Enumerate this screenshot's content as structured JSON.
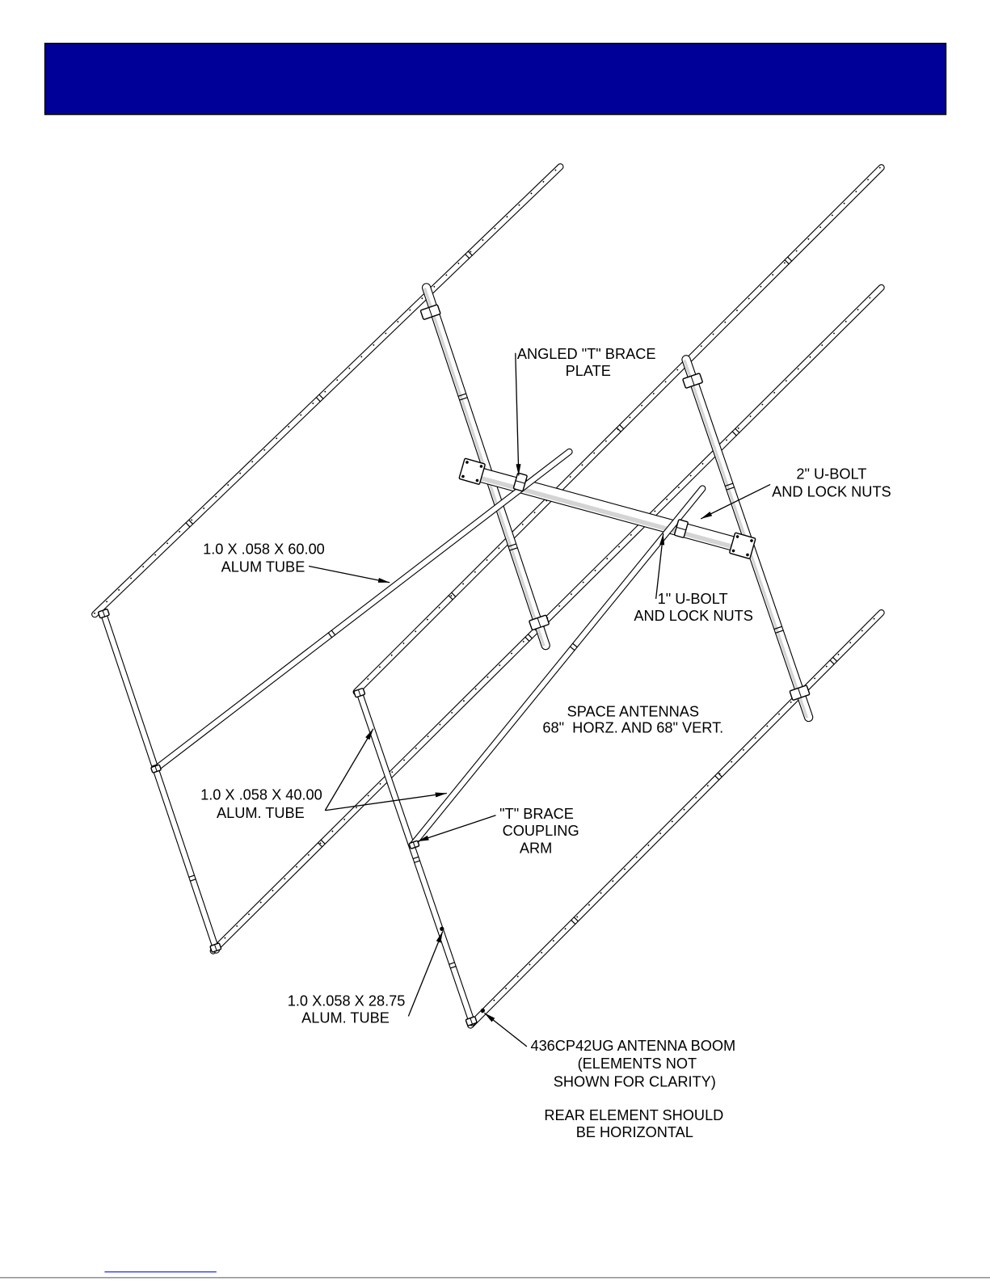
{
  "page": {
    "header_color": "#000099",
    "footer_link_color": "#2323ff"
  },
  "labels": {
    "angled_brace_plate": [
      "ANGLED \"T\" BRACE",
      "PLATE"
    ],
    "u_bolt_2in": [
      "2\" U-BOLT",
      "AND LOCK NUTS"
    ],
    "tube_60": [
      "1.0 X .058 X 60.00",
      "ALUM TUBE"
    ],
    "u_bolt_1in": [
      "1\" U-BOLT",
      "AND LOCK NUTS"
    ],
    "spacing": [
      "SPACE ANTENNAS",
      "68\"  HORZ. AND 68\" VERT."
    ],
    "tube_40": [
      "1.0 X .058 X 40.00",
      "ALUM. TUBE"
    ],
    "t_brace_arm": [
      "\"T\" BRACE",
      "COUPLING",
      "ARM"
    ],
    "tube_28_75": [
      "1.0 X.058 X 28.75",
      "ALUM. TUBE"
    ],
    "antenna_boom": [
      "436CP42UG ANTENNA BOOM",
      "(ELEMENTS NOT",
      "SHOWN FOR CLARITY)"
    ],
    "rear_element_note": [
      "REAR ELEMENT SHOULD",
      "BE HORIZONTAL"
    ]
  }
}
